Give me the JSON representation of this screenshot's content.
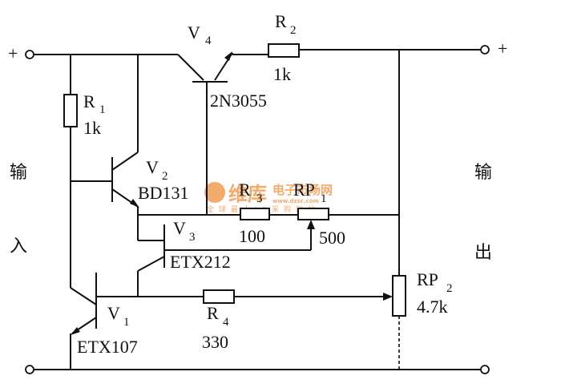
{
  "terminals": {
    "input_plus": "+",
    "output_plus": "+"
  },
  "side_labels": {
    "input": [
      "输",
      "入"
    ],
    "output": [
      "输",
      "出"
    ]
  },
  "components": {
    "V4": {
      "name": "V",
      "sub": "4",
      "part": "2N3055"
    },
    "R2": {
      "name": "R",
      "sub": "2",
      "value": "1k"
    },
    "R1": {
      "name": "R",
      "sub": "1",
      "value": "1k"
    },
    "V2": {
      "name": "V",
      "sub": "2",
      "part": "BD131"
    },
    "R3": {
      "name": "R",
      "sub": "3",
      "value": "100"
    },
    "RP1": {
      "name": "RP",
      "sub": "1",
      "value": "500"
    },
    "V3": {
      "name": "V",
      "sub": "3",
      "part": "ETX212"
    },
    "RP2": {
      "name": "RP",
      "sub": "2",
      "value": "4.7k"
    },
    "V1": {
      "name": "V",
      "sub": "1",
      "part": "ETX107"
    },
    "R4": {
      "name": "R",
      "sub": "4",
      "value": "330"
    }
  },
  "watermark": {
    "brand": "维库",
    "site": "电子市场网",
    "url": "www.dzsc.com",
    "tagline": "全球最大IC采购网站"
  }
}
